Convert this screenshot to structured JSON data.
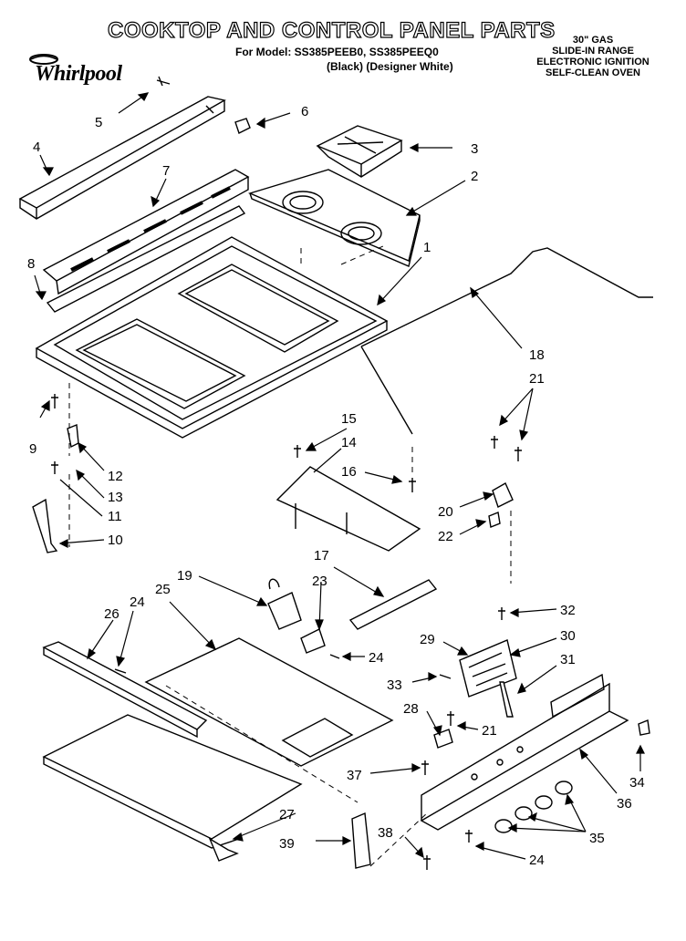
{
  "header": {
    "title": "COOKTOP AND CONTROL PANEL PARTS",
    "model_line": "For Model: SS385PEEB0, SS385PEEQ0",
    "color_line": "(Black)  (Designer White)",
    "description": [
      "30\" GAS",
      "SLIDE-IN RANGE",
      "ELECTRONIC IGNITION",
      "SELF-CLEAN OVEN"
    ]
  },
  "logo": {
    "text": "Whirlpool"
  },
  "callouts": [
    {
      "id": "5",
      "label": "5"
    },
    {
      "id": "6",
      "label": "6"
    },
    {
      "id": "4",
      "label": "4"
    },
    {
      "id": "3",
      "label": "3"
    },
    {
      "id": "7",
      "label": "7"
    },
    {
      "id": "2",
      "label": "2"
    },
    {
      "id": "1",
      "label": "1"
    },
    {
      "id": "8",
      "label": "8"
    },
    {
      "id": "18",
      "label": "18"
    },
    {
      "id": "21a",
      "label": "21"
    },
    {
      "id": "9",
      "label": "9"
    },
    {
      "id": "15",
      "label": "15"
    },
    {
      "id": "14",
      "label": "14"
    },
    {
      "id": "12",
      "label": "12"
    },
    {
      "id": "16",
      "label": "16"
    },
    {
      "id": "13",
      "label": "13"
    },
    {
      "id": "11",
      "label": "11"
    },
    {
      "id": "20",
      "label": "20"
    },
    {
      "id": "22",
      "label": "22"
    },
    {
      "id": "10",
      "label": "10"
    },
    {
      "id": "17",
      "label": "17"
    },
    {
      "id": "19",
      "label": "19"
    },
    {
      "id": "23",
      "label": "23"
    },
    {
      "id": "24a",
      "label": "24"
    },
    {
      "id": "25",
      "label": "25"
    },
    {
      "id": "26",
      "label": "26"
    },
    {
      "id": "32",
      "label": "32"
    },
    {
      "id": "29",
      "label": "29"
    },
    {
      "id": "30",
      "label": "30"
    },
    {
      "id": "24b",
      "label": "24"
    },
    {
      "id": "31",
      "label": "31"
    },
    {
      "id": "33",
      "label": "33"
    },
    {
      "id": "28",
      "label": "28"
    },
    {
      "id": "21b",
      "label": "21"
    },
    {
      "id": "37",
      "label": "37"
    },
    {
      "id": "34",
      "label": "34"
    },
    {
      "id": "36",
      "label": "36"
    },
    {
      "id": "27",
      "label": "27"
    },
    {
      "id": "38",
      "label": "38"
    },
    {
      "id": "35",
      "label": "35"
    },
    {
      "id": "39",
      "label": "39"
    },
    {
      "id": "24c",
      "label": "24"
    }
  ]
}
